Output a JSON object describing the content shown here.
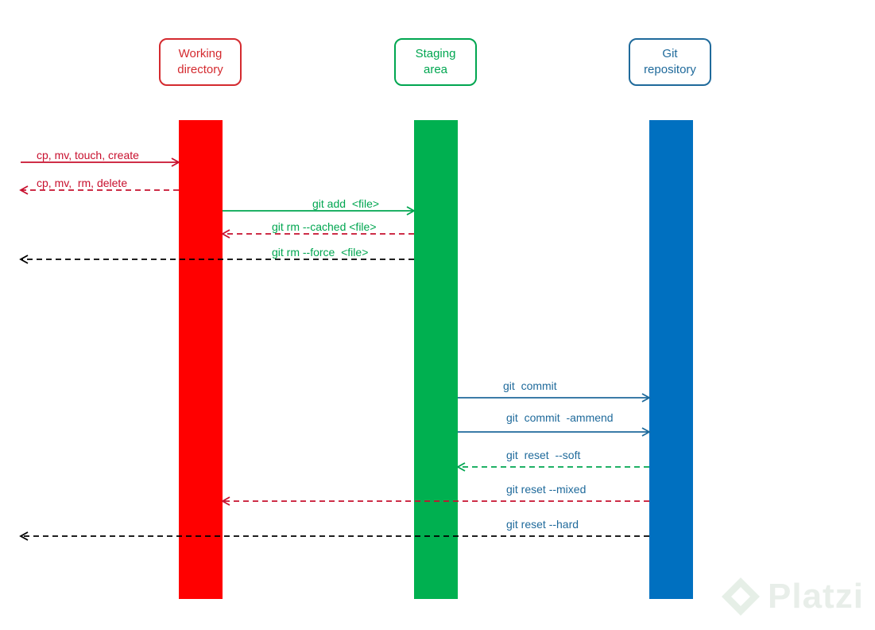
{
  "columns": {
    "working": {
      "line1": "Working",
      "line2": "directory",
      "color": "#d42a2f",
      "bar_color": "#ff0000"
    },
    "staging": {
      "line1": "Staging",
      "line2": "area",
      "color": "#00a650",
      "bar_color": "#00b050"
    },
    "repo": {
      "line1": "Git",
      "line2": "repository",
      "color": "#1f6a9b",
      "bar_color": "#0070c0"
    }
  },
  "arrows": [
    {
      "label": "cp, mv, touch, create",
      "style": "solid",
      "color": "#c8102e"
    },
    {
      "label": "cp, mv,  rm, delete",
      "style": "dashed",
      "color": "#c8102e"
    },
    {
      "label": "git add  <file>",
      "style": "solid",
      "color": "#00a650"
    },
    {
      "label": "git rm --cached <file>",
      "style": "dashed",
      "color": "#c8102e"
    },
    {
      "label": "git rm --force  <file>",
      "style": "dashed",
      "color": "#000000"
    },
    {
      "label": "git  commit",
      "style": "solid",
      "color": "#1f6a9b"
    },
    {
      "label": "git  commit  -ammend",
      "style": "solid",
      "color": "#1f6a9b"
    },
    {
      "label": "git  reset  --soft",
      "style": "dashed",
      "color": "#00a650"
    },
    {
      "label": "git reset --mixed",
      "style": "dashed",
      "color": "#c8102e"
    },
    {
      "label": "git reset --hard",
      "style": "dashed",
      "color": "#000000"
    }
  ],
  "label_colors": {
    "0": "#c8102e",
    "1": "#c8102e",
    "2": "#00a650",
    "3": "#00a650",
    "4": "#00a650",
    "5": "#1f6a9b",
    "6": "#1f6a9b",
    "7": "#1f6a9b",
    "8": "#1f6a9b",
    "9": "#1f6a9b"
  },
  "watermark": {
    "text": "Platzi",
    "icon": "platzi-logo-icon"
  }
}
